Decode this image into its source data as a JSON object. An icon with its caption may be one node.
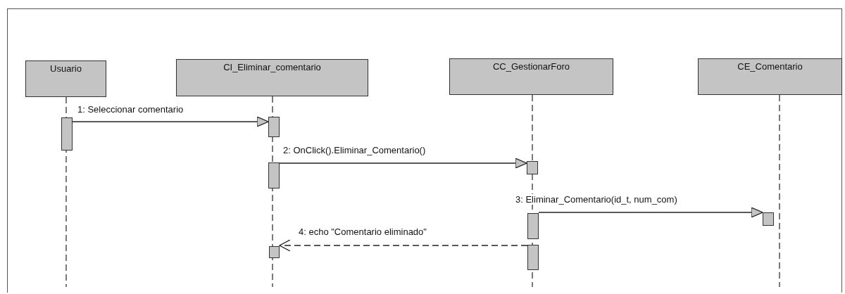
{
  "diagram": {
    "nodes": [
      {
        "text": [
          "Usuario"
        ]
      },
      {
        "text": [
          "CI_Eliminar_comentario"
        ]
      },
      {
        "text": [
          "CC_GestionarForo"
        ]
      },
      {
        "text": [
          "CE_Comentario"
        ]
      },
      {
        "text": [],
        "shape": "bar"
      },
      {
        "text": [],
        "shape": "bar"
      },
      {
        "text": [],
        "shape": "bar"
      },
      {
        "text": [],
        "shape": "bar"
      },
      {
        "text": [],
        "shape": "bar"
      },
      {
        "text": [],
        "shape": "bar"
      },
      {
        "text": [],
        "shape": "bar"
      },
      {
        "text": [],
        "shape": "bar"
      }
    ],
    "edges": [
      {
        "from": 4,
        "to": 5,
        "arrow": "to",
        "label": "1: Seleccionar comentario"
      },
      {
        "from": 6,
        "to": 7,
        "arrow": "to",
        "label": "2: OnClick().Eliminar_Comentario()"
      },
      {
        "from": 8,
        "to": 9,
        "arrow": "to",
        "label": "3: Eliminar_Comentario(id_t, num_com)"
      },
      {
        "from": 10,
        "to": 11,
        "arrow": "to",
        "label": "4: echo \"Comentario eliminado\"",
        "style": "dashed"
      }
    ]
  }
}
